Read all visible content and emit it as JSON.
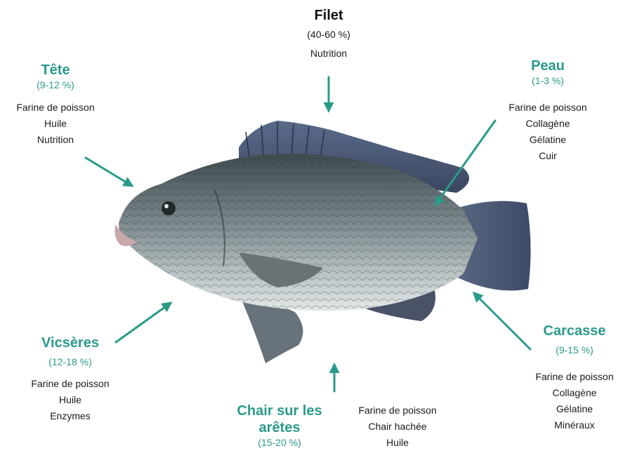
{
  "colors": {
    "accent": "#2a9a8a",
    "text": "#1a1a1a"
  },
  "filet": {
    "title": "Filet",
    "percent": "(40-60 %)",
    "uses": [
      "Nutrition"
    ]
  },
  "tete": {
    "title": "Tête",
    "percent": "(9-12 %)",
    "uses": [
      "Farine de poisson",
      "Huile",
      "Nutrition"
    ]
  },
  "peau": {
    "title": "Peau",
    "percent": "(1-3 %)",
    "uses": [
      "Farine de poisson",
      "Collagène",
      "Gélatine",
      "Cuir"
    ]
  },
  "visceres": {
    "title": "Vicsères",
    "percent": "(12-18 %)",
    "uses": [
      "Farine de poisson",
      "Huile",
      "Enzymes"
    ]
  },
  "chair": {
    "title_line1": "Chair sur les",
    "title_line2": "arêtes",
    "percent": "(15-20 %)",
    "uses": [
      "Farine de poisson",
      "Chair hachée",
      "Huile"
    ]
  },
  "carcasse": {
    "title": "Carcasse",
    "percent": "(9-15 %)",
    "uses": [
      "Farine de poisson",
      "Collagène",
      "Gélatine",
      "Minéraux"
    ]
  }
}
